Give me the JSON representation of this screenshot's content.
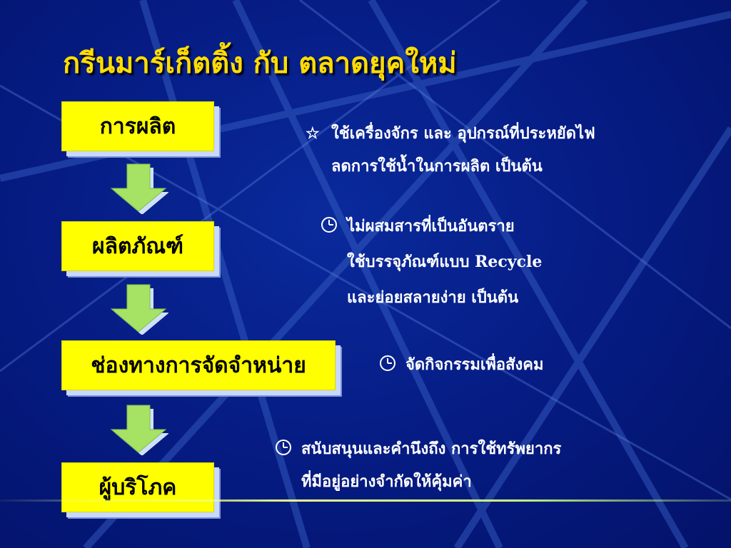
{
  "title": "กรีนมาร์เก็ตติ้ง กับ ตลาดยุคใหม่",
  "colors": {
    "background": "#061d86",
    "box": "#ffff00",
    "title": "#ffdd00",
    "arrow": "#a6e264",
    "text": "#ffffff"
  },
  "flow": [
    {
      "label": "การผลิต"
    },
    {
      "label": "ผลิตภัณฑ์"
    },
    {
      "label": "ช่องทางการจัดจำหน่าย"
    },
    {
      "label": "ผู้บริโภค"
    }
  ],
  "notes": [
    {
      "icon": "star-icon",
      "lines": [
        "ใช้เครื่องจักร และ อุปกรณ์ที่ประหยัดไฟ",
        "ลดการใช้น้ำในการผลิต เป็นต้น"
      ]
    },
    {
      "icon": "clock-icon",
      "lines": [
        "ไม่ผสมสารที่เป็นอันตราย",
        "ใช้บรรจุภัณฑ์แบบ Recycle",
        "และย่อยสลายง่าย เป็นต้น"
      ]
    },
    {
      "icon": "clock-icon",
      "lines": [
        "จัดกิจกรรมเพื่อสังคม"
      ]
    },
    {
      "icon": "clock-icon",
      "lines": [
        "สนับสนุนและคำนึงถึง การใช้ทรัพยากร",
        "ที่มีอยู่อย่างจำกัดให้คุ้มค่า"
      ]
    }
  ]
}
